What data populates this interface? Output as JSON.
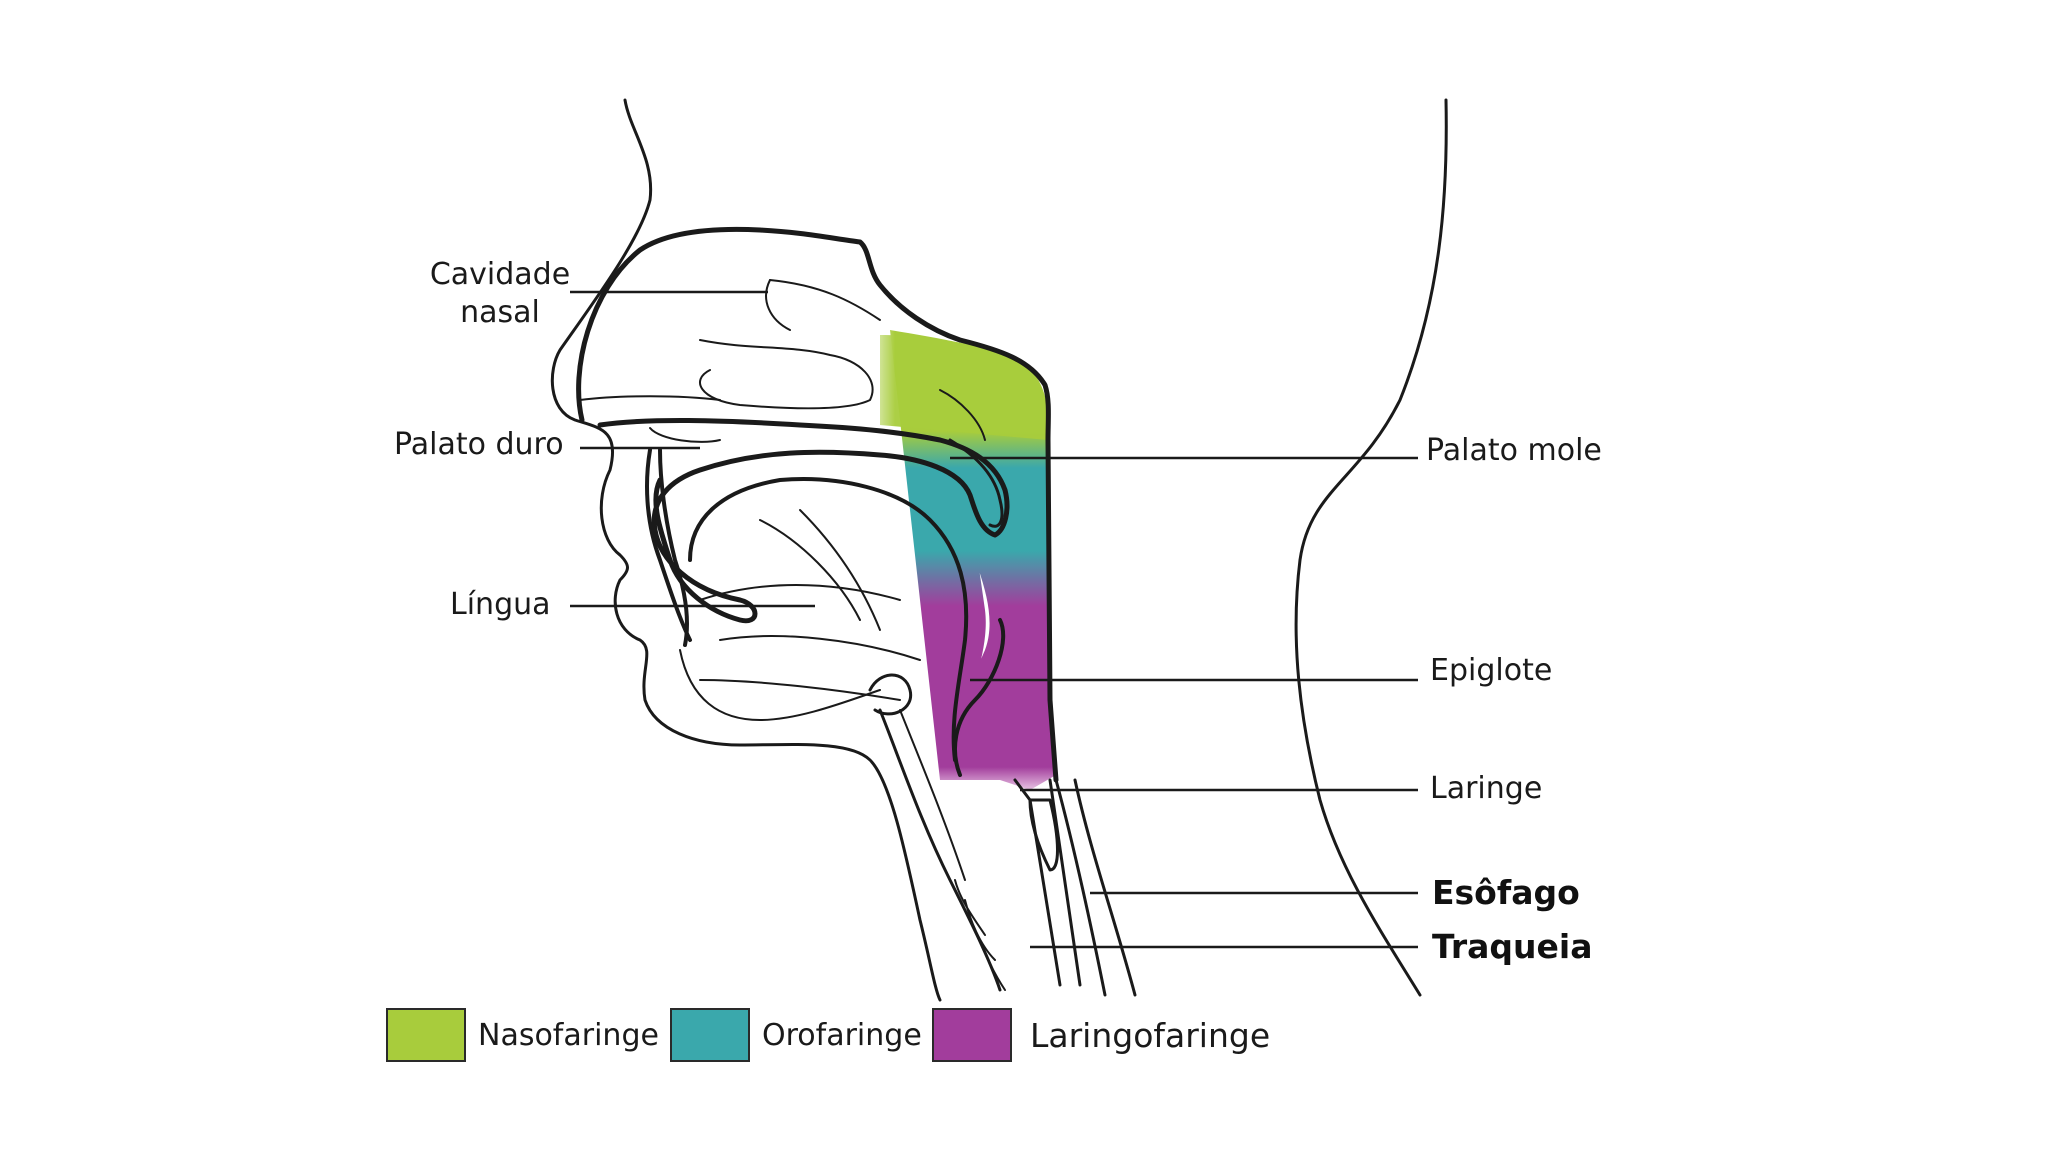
{
  "labels": {
    "cavidade_nasal": "Cavidade\nnasal",
    "palato_duro": "Palato duro",
    "lingua": "Língua",
    "palato_mole": "Palato mole",
    "epiglote": "Epiglote",
    "laringe": "Laringe",
    "esofago": "Esôfago",
    "traqueia": "Traqueia"
  },
  "legend": [
    {
      "label": "Nasofaringe",
      "color": "#a8cc3c"
    },
    {
      "label": "Orofaringe",
      "color": "#3aa8ac"
    },
    {
      "label": "Laringofaringe",
      "color": "#a23d9c"
    }
  ],
  "colors": {
    "line": "#1a1a1a",
    "nasopharynx": "#a8cc3c",
    "oropharynx": "#3aa8ac",
    "laryngopharynx": "#a23d9c"
  }
}
